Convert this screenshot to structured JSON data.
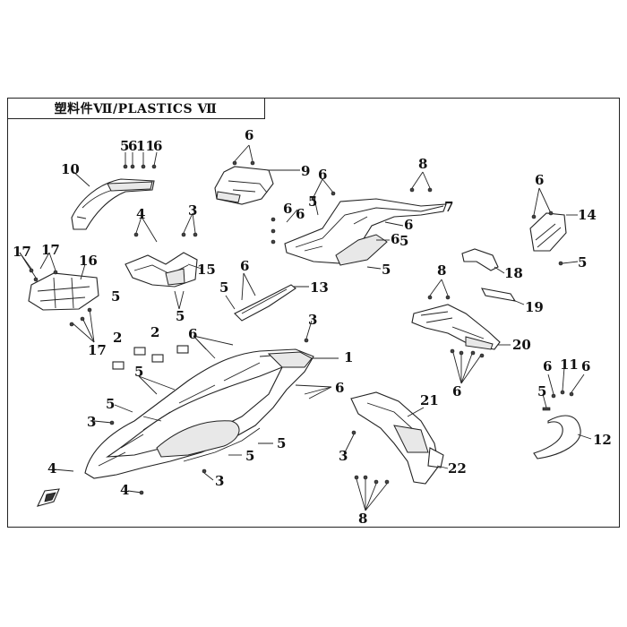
{
  "title": "塑料件Ⅶ/PLASTICS Ⅶ",
  "callouts": [
    {
      "id": "c10",
      "text": "10"
    },
    {
      "id": "c5a",
      "text": "5"
    },
    {
      "id": "c6a",
      "text": "6"
    },
    {
      "id": "c11a",
      "text": "11"
    },
    {
      "id": "c6b",
      "text": "6"
    },
    {
      "id": "c6c",
      "text": "6"
    },
    {
      "id": "c9",
      "text": "9"
    },
    {
      "id": "c8a",
      "text": "8"
    },
    {
      "id": "c6d",
      "text": "6"
    },
    {
      "id": "c6e",
      "text": "6"
    },
    {
      "id": "c5b",
      "text": "5"
    },
    {
      "id": "c7",
      "text": "7"
    },
    {
      "id": "c6f",
      "text": "6"
    },
    {
      "id": "c6g",
      "text": "6"
    },
    {
      "id": "c5c",
      "text": "5"
    },
    {
      "id": "c6h",
      "text": "6"
    },
    {
      "id": "c5d",
      "text": "5"
    },
    {
      "id": "c6i",
      "text": "6"
    },
    {
      "id": "c14",
      "text": "14"
    },
    {
      "id": "c5e",
      "text": "5"
    },
    {
      "id": "c4a",
      "text": "4"
    },
    {
      "id": "c3a",
      "text": "3"
    },
    {
      "id": "c15",
      "text": "15"
    },
    {
      "id": "c5f",
      "text": "5"
    },
    {
      "id": "c5g",
      "text": "5"
    },
    {
      "id": "c17a",
      "text": "17"
    },
    {
      "id": "c17b",
      "text": "17"
    },
    {
      "id": "c16",
      "text": "16"
    },
    {
      "id": "c17c",
      "text": "17"
    },
    {
      "id": "c6j",
      "text": "6"
    },
    {
      "id": "c5h",
      "text": "5"
    },
    {
      "id": "c13",
      "text": "13"
    },
    {
      "id": "c18",
      "text": "18"
    },
    {
      "id": "c8b",
      "text": "8"
    },
    {
      "id": "c19",
      "text": "19"
    },
    {
      "id": "c20",
      "text": "20"
    },
    {
      "id": "c6k",
      "text": "6"
    },
    {
      "id": "c3b",
      "text": "3"
    },
    {
      "id": "c1",
      "text": "1"
    },
    {
      "id": "c6l",
      "text": "6"
    },
    {
      "id": "c2a",
      "text": "2"
    },
    {
      "id": "c2b",
      "text": "2"
    },
    {
      "id": "c6m",
      "text": "6"
    },
    {
      "id": "c5i",
      "text": "5"
    },
    {
      "id": "c5j",
      "text": "5"
    },
    {
      "id": "c3c",
      "text": "3"
    },
    {
      "id": "c5k",
      "text": "5"
    },
    {
      "id": "c5l",
      "text": "5"
    },
    {
      "id": "c4b",
      "text": "4"
    },
    {
      "id": "c3d",
      "text": "3"
    },
    {
      "id": "c4c",
      "text": "4"
    },
    {
      "id": "c21",
      "text": "21"
    },
    {
      "id": "c3e",
      "text": "3"
    },
    {
      "id": "c22",
      "text": "22"
    },
    {
      "id": "c8c",
      "text": "8"
    },
    {
      "id": "c6n",
      "text": "6"
    },
    {
      "id": "c11b",
      "text": "11"
    },
    {
      "id": "c6o",
      "text": "6"
    },
    {
      "id": "c5m",
      "text": "5"
    },
    {
      "id": "c12",
      "text": "12"
    }
  ]
}
